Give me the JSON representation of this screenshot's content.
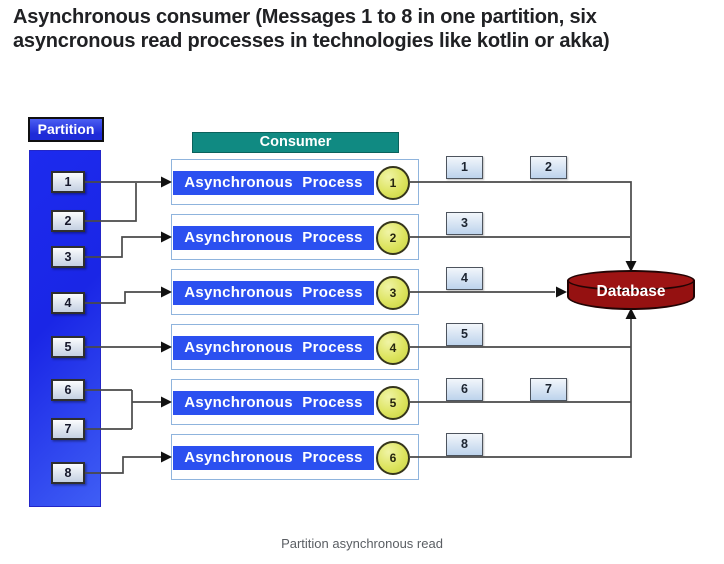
{
  "title": "Asynchronous consumer (Messages 1 to 8 in one partition, six asyncronous read processes in technologies like kotlin or akka)",
  "caption": "Partition asynchronous read",
  "partition": {
    "label": "Partition",
    "messages": [
      "1",
      "2",
      "3",
      "4",
      "5",
      "6",
      "7",
      "8"
    ]
  },
  "consumer": {
    "label": "Consumer",
    "process_label": "Asynchronous Process",
    "process_numbers": [
      "1",
      "2",
      "3",
      "4",
      "5",
      "6"
    ]
  },
  "pipeline_messages": [
    "1",
    "2",
    "3",
    "4",
    "5",
    "6",
    "7",
    "8"
  ],
  "database": {
    "label": "Database"
  },
  "colors": {
    "partition_blue": "#2133e8",
    "process_blue": "#2b50f0",
    "consumer_teal": "#108a82",
    "circle_yellow": "#dde45f",
    "database_red": "#951111",
    "wire": "#4a4a4a"
  }
}
